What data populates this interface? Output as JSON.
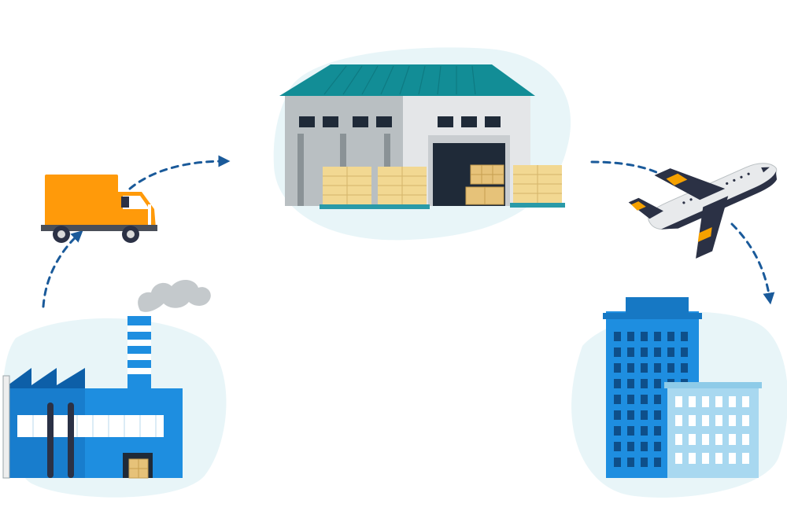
{
  "diagram": {
    "stages": [
      {
        "id": "factory",
        "icon": "factory-icon"
      },
      {
        "id": "truck",
        "icon": "delivery-truck-icon"
      },
      {
        "id": "warehouse",
        "icon": "warehouse-icon"
      },
      {
        "id": "airplane",
        "icon": "airplane-icon"
      },
      {
        "id": "office",
        "icon": "office-buildings-icon"
      }
    ],
    "flow": [
      {
        "from": "factory",
        "to": "truck"
      },
      {
        "from": "truck",
        "to": "warehouse"
      },
      {
        "from": "warehouse",
        "to": "airplane"
      },
      {
        "from": "airplane",
        "to": "office"
      }
    ]
  },
  "colors": {
    "blob": "#e8f5f8",
    "arrow": "#1a5a9a",
    "factory_blue": "#1e8ee0",
    "factory_dark": "#0d5fa8",
    "truck_orange": "#ff9a0a",
    "roof_teal": "#128d96",
    "wall_gray": "#b9bfc2",
    "wall_light": "#e4e6e8",
    "pallet_box": "#f2d892",
    "plane_navy": "#2b3145",
    "plane_accent": "#f5a100",
    "tower_blue": "#1e8ee0",
    "tower_light": "#a8d8f0"
  }
}
